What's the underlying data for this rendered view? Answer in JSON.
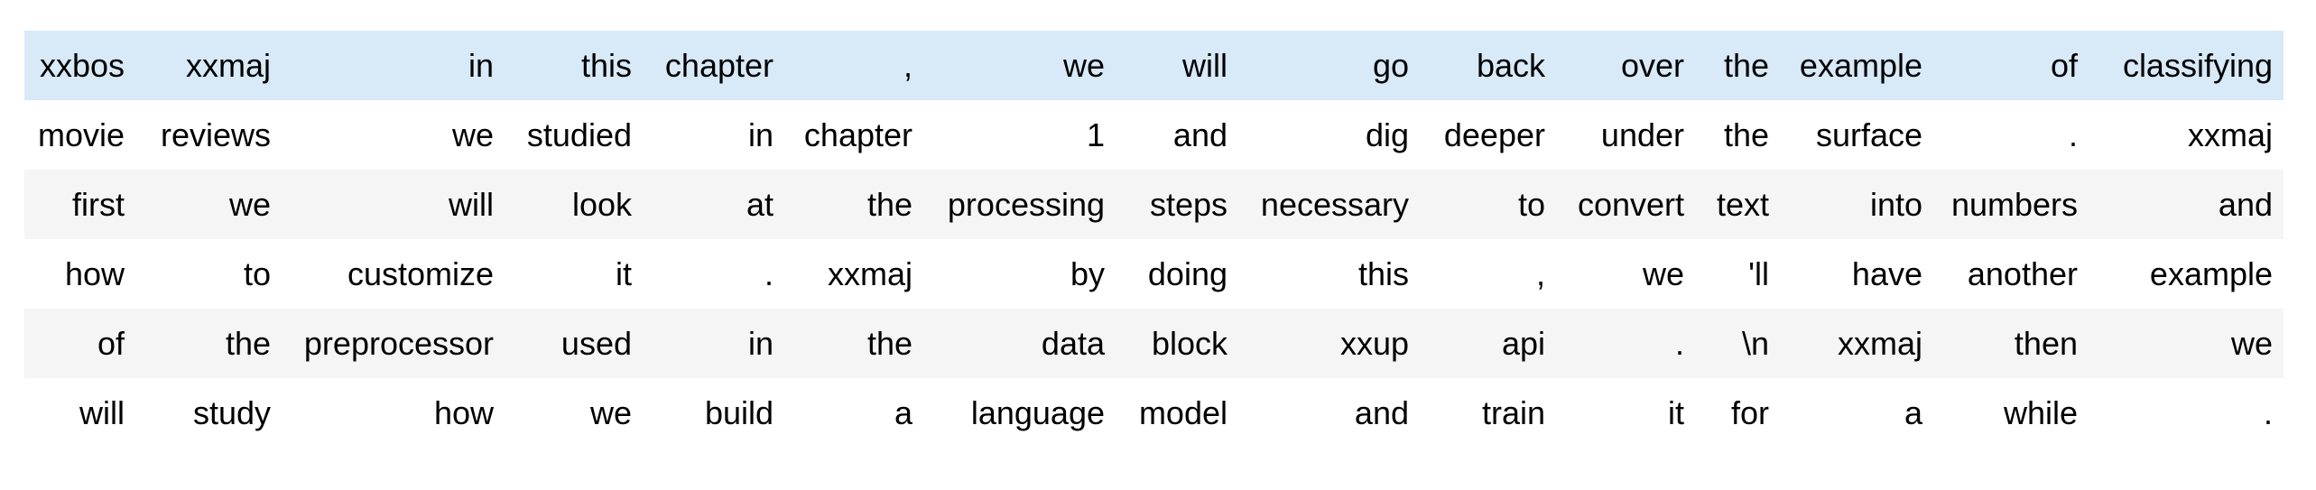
{
  "table": {
    "kind": "tokenized-text-batch",
    "highlighted_row_index": 0,
    "highlight_color": "#d8e9f8",
    "stripe_color": "#f5f5f5",
    "text_color": "#000000",
    "rows": [
      [
        "xxbos",
        "xxmaj",
        "in",
        "this",
        "chapter",
        ",",
        "we",
        "will",
        "go",
        "back",
        "over",
        "the",
        "example",
        "of",
        "classifying"
      ],
      [
        "movie",
        "reviews",
        "we",
        "studied",
        "in",
        "chapter",
        "1",
        "and",
        "dig",
        "deeper",
        "under",
        "the",
        "surface",
        ".",
        "xxmaj"
      ],
      [
        "first",
        "we",
        "will",
        "look",
        "at",
        "the",
        "processing",
        "steps",
        "necessary",
        "to",
        "convert",
        "text",
        "into",
        "numbers",
        "and"
      ],
      [
        "how",
        "to",
        "customize",
        "it",
        ".",
        "xxmaj",
        "by",
        "doing",
        "this",
        ",",
        "we",
        "'ll",
        "have",
        "another",
        "example"
      ],
      [
        "of",
        "the",
        "preprocessor",
        "used",
        "in",
        "the",
        "data",
        "block",
        "xxup",
        "api",
        ".",
        "\\n",
        "xxmaj",
        "then",
        "we"
      ],
      [
        "will",
        "study",
        "how",
        "we",
        "build",
        "a",
        "language",
        "model",
        "and",
        "train",
        "it",
        "for",
        "a",
        "while",
        "."
      ]
    ]
  }
}
